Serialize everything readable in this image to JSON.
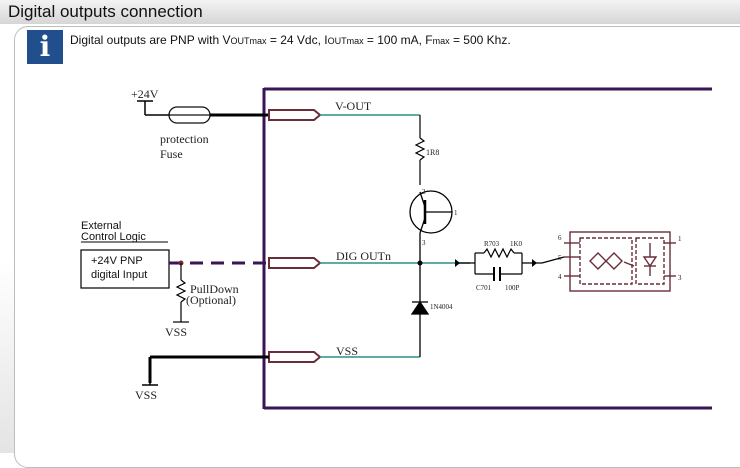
{
  "header": {
    "title": "Digital outputs connection"
  },
  "info": {
    "icon": "info-icon",
    "t1": "Digital outputs are PNP with V",
    "t2": "OUTmax",
    "t3": " = 24 Vdc, I",
    "t4": "OUTmax",
    "t5": " = 100 mA, F",
    "t6": "max",
    "t7": " = 500 Khz."
  },
  "diagram": {
    "supply_label": "+24V",
    "fuse_label_1": "protection",
    "fuse_label_2": "Fuse",
    "vout_label": "V-OUT",
    "resistor_1r8": "1R8",
    "pin_2": "2",
    "pin_1": "1",
    "pin_3": "3",
    "dig_out_label": "DIG OUTn",
    "diode_label": "1N4004",
    "r703_label": "R703",
    "r703_value": "1K0",
    "c701_label": "C701",
    "c701_value": "100P",
    "opto_pin_6": "6",
    "opto_pin_5": "5",
    "opto_pin_4": "4",
    "opto_pin_1": "1",
    "opto_pin_3": "3",
    "external_1": "External",
    "external_2": "Control Logic",
    "input_1": "+24V  PNP",
    "input_2": "digital Input",
    "pulldown_1": "PullDown",
    "pulldown_2": "(Optional)",
    "vss_pulldown": "VSS",
    "vss_line": "VSS",
    "vss_ground": "VSS"
  },
  "colors": {
    "frame": "#3a1656",
    "teal": "#2a8f87",
    "connector": "#6a2d3a",
    "icon_bg": "#214e8c"
  }
}
